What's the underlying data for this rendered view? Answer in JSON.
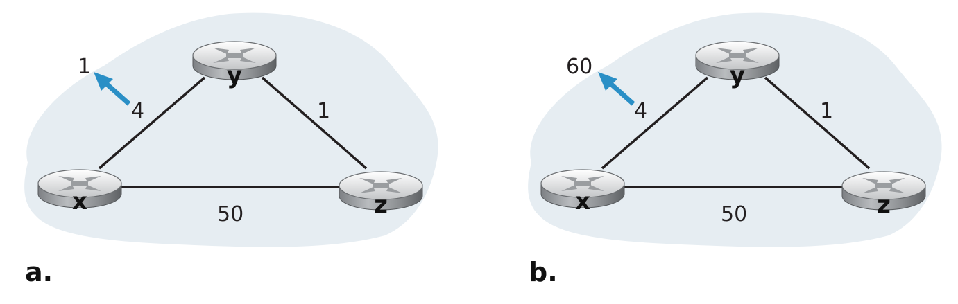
{
  "colors": {
    "cloud": "#e6edf2",
    "link": "#231f20",
    "arrow": "#2a8fc6"
  },
  "icons": {
    "router": "router-icon",
    "arrow": "arrow-up-left-icon"
  },
  "panels": [
    {
      "label": "a.",
      "routers": {
        "x": "x",
        "y": "y",
        "z": "z"
      },
      "costs": {
        "xy": "4",
        "yz": "1",
        "xz": "50"
      },
      "changed_cost": "1"
    },
    {
      "label": "b.",
      "routers": {
        "x": "x",
        "y": "y",
        "z": "z"
      },
      "costs": {
        "xy": "4",
        "yz": "1",
        "xz": "50"
      },
      "changed_cost": "60"
    }
  ]
}
